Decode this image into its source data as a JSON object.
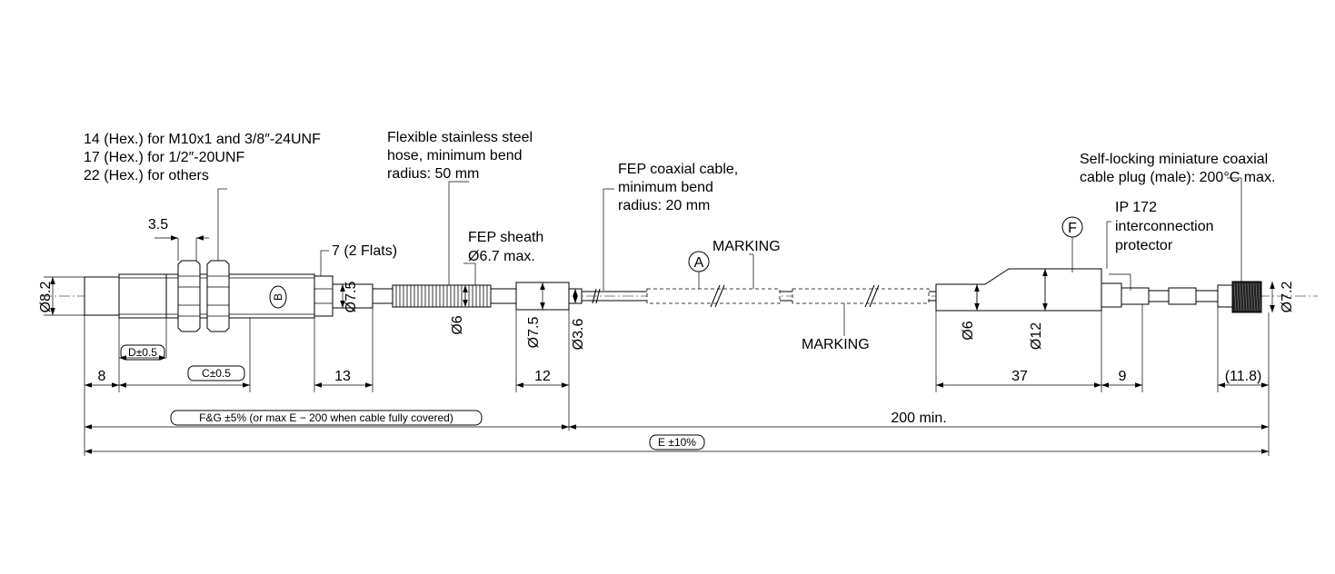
{
  "callouts": {
    "hex_line1": "14 (Hex.) for M10x1 and 3/8″-24UNF",
    "hex_line2": "17 (Hex.) for 1/2″-20UNF",
    "hex_line3": "22 (Hex.) for others",
    "hose_line1": "Flexible stainless steel",
    "hose_line2": "hose, minimum bend",
    "hose_line3": "radius: 50 mm",
    "coax_line1": "FEP coaxial cable,",
    "coax_line2": "minimum bend",
    "coax_line3": "radius: 20 mm",
    "plug_line1": "Self-locking miniature coaxial",
    "plug_line2": "cable plug (male): 200°C max.",
    "ip_line1": "IP 172",
    "ip_line2": "interconnection",
    "ip_line3": "protector",
    "sheath_line1": "FEP sheath",
    "sheath_line2": "Ø6.7 max.",
    "flats": "7 (2 Flats)",
    "marking_top": "MARKING",
    "marking_bottom": "MARKING"
  },
  "markers": {
    "a": "A",
    "b": "B",
    "f": "F"
  },
  "dimensions": {
    "d_8_2": "Ø8.2",
    "d_7_5_a": "Ø7.5",
    "d_6_a": "Ø6",
    "d_7_5_b": "Ø7.5",
    "d_3_6": "Ø3.6",
    "d_6_b": "Ø6",
    "d_12": "Ø12",
    "d_7_2": "Ø7.2",
    "len_3_5": "3.5",
    "len_d": "D±0.5",
    "len_8": "8",
    "len_c": "C±0.5",
    "len_13": "13",
    "len_12": "12",
    "len_37": "37",
    "len_9": "9",
    "len_11_8": "(11.8)",
    "len_fg": "F&G ±5% (or max E − 200 when cable fully covered)",
    "len_200": "200 min.",
    "len_e": "E ±10%"
  }
}
